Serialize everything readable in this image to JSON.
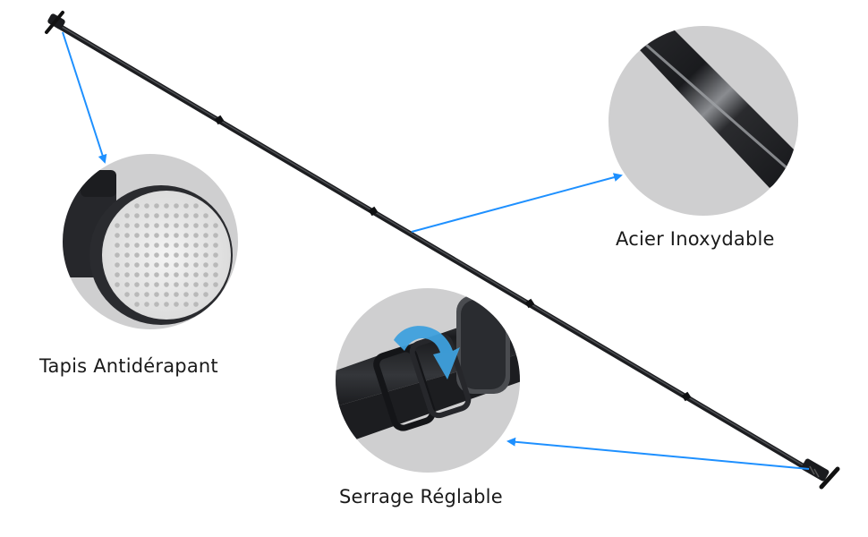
{
  "labels": {
    "steel": "Acier Inoxydable",
    "pad": "Tapis Antidérapant",
    "clamp": "Serrage Réglable"
  },
  "colors": {
    "rod": "#2a2c30",
    "arrow": "#1e90ff",
    "circle_bg": "#cfcfd0",
    "twist_arrow": "#3ea0dd"
  }
}
